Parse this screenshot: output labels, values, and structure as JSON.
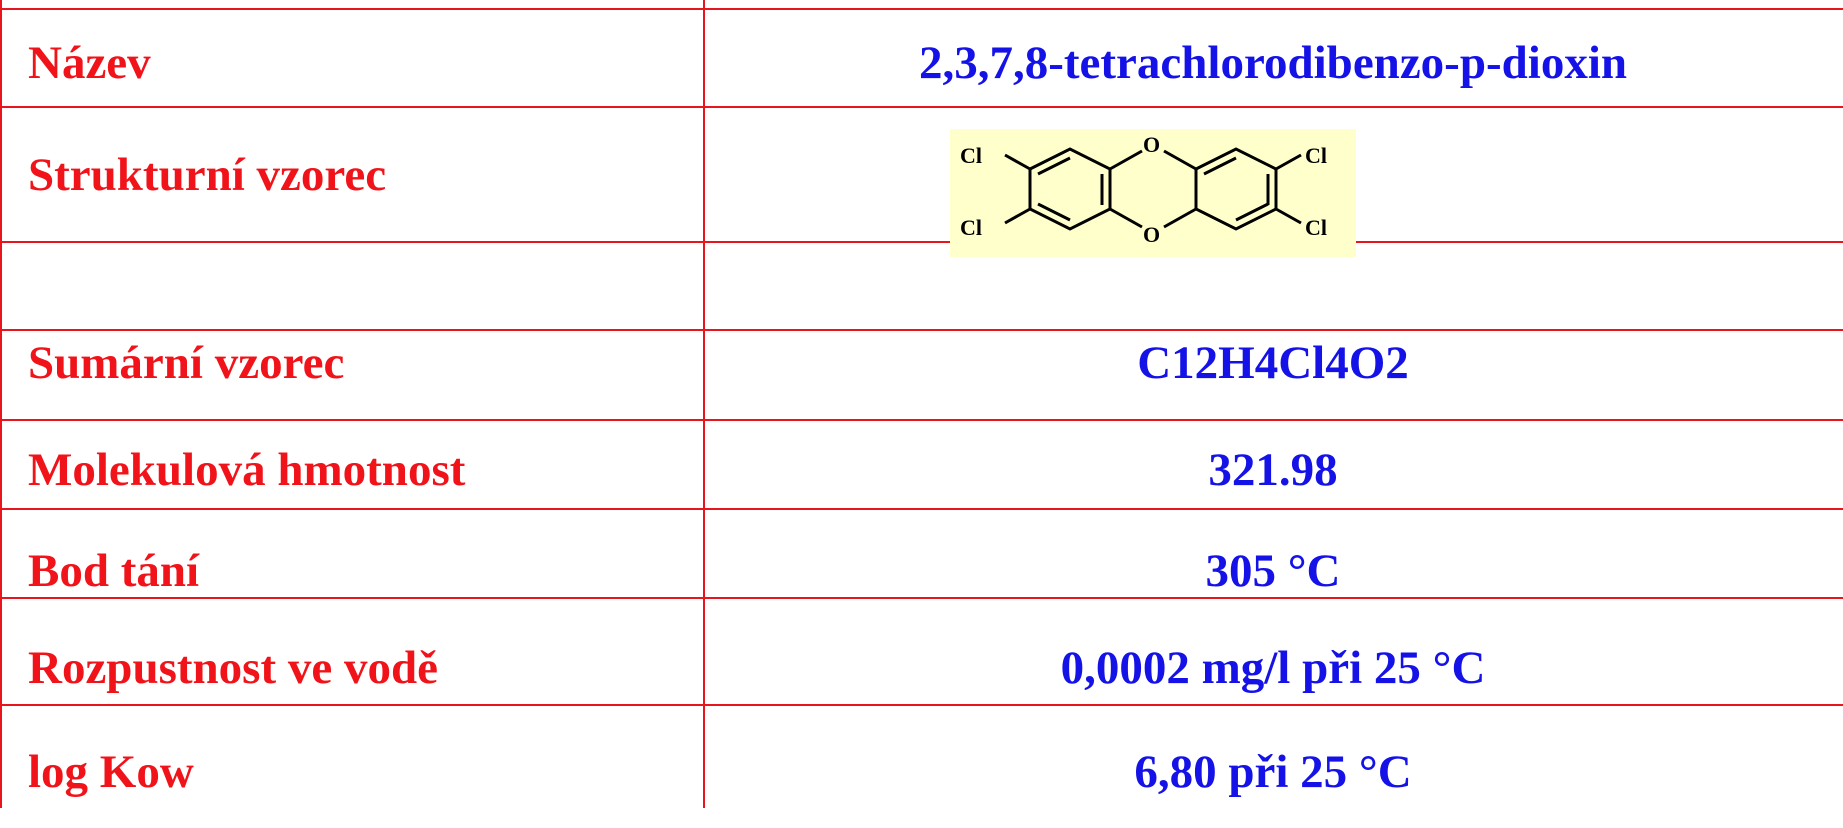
{
  "rows": [
    {
      "label": "Název",
      "value": "2,3,7,8-tetrachlorodibenzo-p-dioxin"
    },
    {
      "label": "Strukturní vzorec",
      "value": ""
    },
    {
      "label": "Sumární vzorec",
      "value": "C12H4Cl4O2"
    },
    {
      "label": "Molekulová hmotnost",
      "value": "321.98"
    },
    {
      "label": "Bod tání",
      "value": "305 °C"
    },
    {
      "label": "Rozpustnost ve vodě",
      "value": "0,0002 mg/l při 25 °C"
    },
    {
      "label": "log Kow",
      "value": "6,80 při 25 °C"
    }
  ],
  "structure": {
    "atoms": {
      "cl_tl": "Cl",
      "cl_bl": "Cl",
      "cl_tr": "Cl",
      "cl_br": "Cl",
      "o_top": "O",
      "o_bottom": "O"
    }
  },
  "colors": {
    "border": "#e8161c",
    "label": "#f0141a",
    "value": "#1412e6",
    "structure_bg": "#ffffcc"
  }
}
